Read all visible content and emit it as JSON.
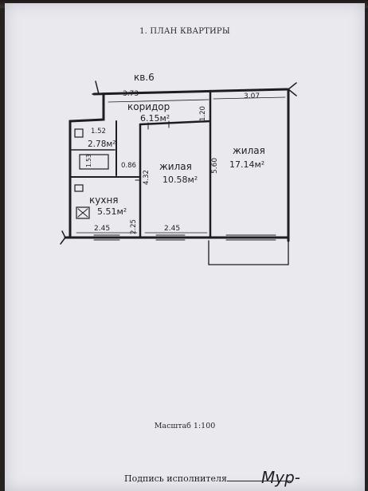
{
  "document": {
    "heading": "1. ПЛАН КВАРТИРЫ",
    "scale_label": "Масштаб 1:100",
    "signature_label": "Подпись исполнителя",
    "signature_text": "Мур-"
  },
  "plan": {
    "apartment": "кв.6",
    "rooms": [
      {
        "name": "коридор",
        "area": "6.15м²"
      },
      {
        "name": "жилая",
        "area": "10.58м²"
      },
      {
        "name": "жилая",
        "area": "17.14м²"
      },
      {
        "name": "кухня",
        "area": "5.51м²"
      },
      {
        "name": "",
        "area": "2.78м²"
      }
    ],
    "dimensions": [
      "3.73",
      "3.07",
      "1.20",
      "5.60",
      "4.32",
      "0.86",
      "1.52",
      "1.53",
      "2.25",
      "2.45",
      "2.45"
    ]
  }
}
